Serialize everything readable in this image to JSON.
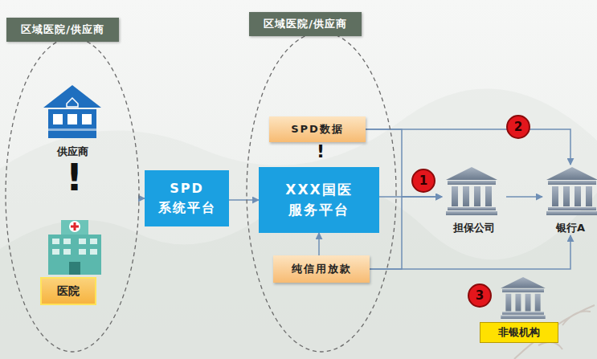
{
  "diagram": {
    "nodes": [
      {
        "text": [
          "区域医院/供应商"
        ]
      },
      {
        "text": [
          "供应商"
        ],
        "in": 0
      },
      {
        "text": [
          "医院"
        ],
        "in": 0
      },
      {
        "text": [
          "SPD 系统平台"
        ]
      },
      {
        "text": [
          "区域医院/供应商"
        ]
      },
      {
        "text": [
          "SPD数据"
        ],
        "in": 4
      },
      {
        "text": [
          "XXX国医 服务平台"
        ],
        "in": 4
      },
      {
        "text": [
          "纯信用放款"
        ],
        "in": 4
      },
      {
        "text": [
          "担保公司"
        ]
      },
      {
        "text": [
          "银行A"
        ]
      },
      {
        "text": [
          "非银机构"
        ]
      }
    ],
    "edges": [
      {
        "from": 0,
        "to": 3,
        "arrow": "to"
      },
      {
        "from": 3,
        "to": 6,
        "arrow": "to"
      },
      {
        "from": 7,
        "to": 6,
        "arrow": "to"
      },
      {
        "from": 6,
        "to": 8,
        "arrow": "to"
      },
      {
        "from": 5,
        "to": 8,
        "arrow": "to"
      },
      {
        "from": 7,
        "to": 8,
        "arrow": "to"
      },
      {
        "from": 8,
        "to": 9,
        "arrow": "to"
      },
      {
        "from": 5,
        "to": 9,
        "arrow": "to"
      },
      {
        "from": 7,
        "to": 9,
        "arrow": "to"
      }
    ],
    "labels": [
      "!",
      "!",
      "1",
      "2",
      "3"
    ]
  }
}
